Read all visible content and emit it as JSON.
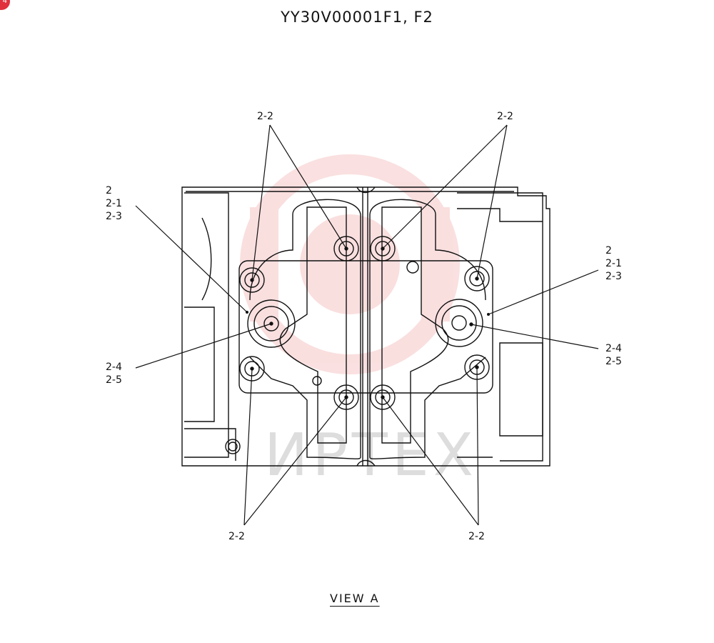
{
  "title": "YY30V00001F1, F2",
  "corner_badge": "4",
  "labels": {
    "top_left_callout": "2-2",
    "top_right_callout": "2-2",
    "bottom_left_callout": "2-2",
    "bottom_right_callout": "2-2",
    "left_group": [
      "2",
      "2-1",
      "2-3"
    ],
    "right_group": [
      "2",
      "2-1",
      "2-3"
    ],
    "left_lower_group": [
      "2-4",
      "2-5"
    ],
    "right_lower_group": [
      "2-4",
      "2-5"
    ]
  },
  "caption": "VIEW   A",
  "watermark": "ИРТЕХ",
  "colors": {
    "line": "#111111",
    "watermark": "#f2a5a5"
  }
}
